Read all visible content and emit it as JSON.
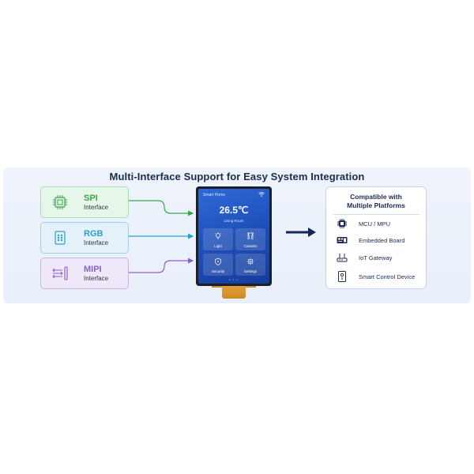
{
  "title": "Multi-Interface Support for Easy System Integration",
  "interfaces": [
    {
      "name": "SPI",
      "sub": "Interface",
      "icon": "chip-icon",
      "color": "#3aa64a"
    },
    {
      "name": "RGB",
      "sub": "Interface",
      "icon": "connector-icon",
      "color": "#2a9ed2"
    },
    {
      "name": "MIPI",
      "sub": "Interface",
      "icon": "lanes-icon",
      "color": "#8a5fd0"
    }
  ],
  "screen": {
    "header": "Smart Home",
    "temperature": "26.5℃",
    "room": "Living Room",
    "tiles": [
      {
        "label": "Light",
        "icon": "lightbulb-icon"
      },
      {
        "label": "Curtains",
        "icon": "curtains-icon"
      },
      {
        "label": "Security",
        "icon": "shield-icon"
      },
      {
        "label": "Settings",
        "icon": "gear-icon"
      }
    ],
    "pager": "• • •"
  },
  "platforms": {
    "title_line1": "Compatible with",
    "title_line2": "Multiple Platforms",
    "items": [
      {
        "label": "MCU / MPU",
        "icon": "cpu-icon"
      },
      {
        "label": "Embedded Board",
        "icon": "board-icon"
      },
      {
        "label": "IoT Gateway",
        "icon": "router-icon"
      },
      {
        "label": "Smart Control Device",
        "icon": "control-panel-icon"
      }
    ]
  },
  "colors": {
    "accent": "#1c2b52",
    "arrow": "#15265a"
  }
}
